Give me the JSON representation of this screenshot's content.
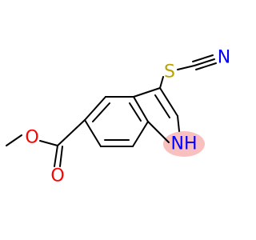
{
  "molecule": {
    "atoms": {
      "sulfur": {
        "label": "S",
        "color": "#b8a400"
      },
      "nitrile_nitrogen": {
        "label": "N",
        "color": "#0000ff"
      },
      "indole_nh": {
        "label": "NH",
        "color": "#0000ff"
      },
      "ester_oxygen_single": {
        "label": "O",
        "color": "#ff0000"
      },
      "ester_oxygen_double": {
        "label": "O",
        "color": "#ff0000"
      }
    },
    "nh_highlight_color": "#f9c0c0",
    "bond_color": "#000000"
  }
}
